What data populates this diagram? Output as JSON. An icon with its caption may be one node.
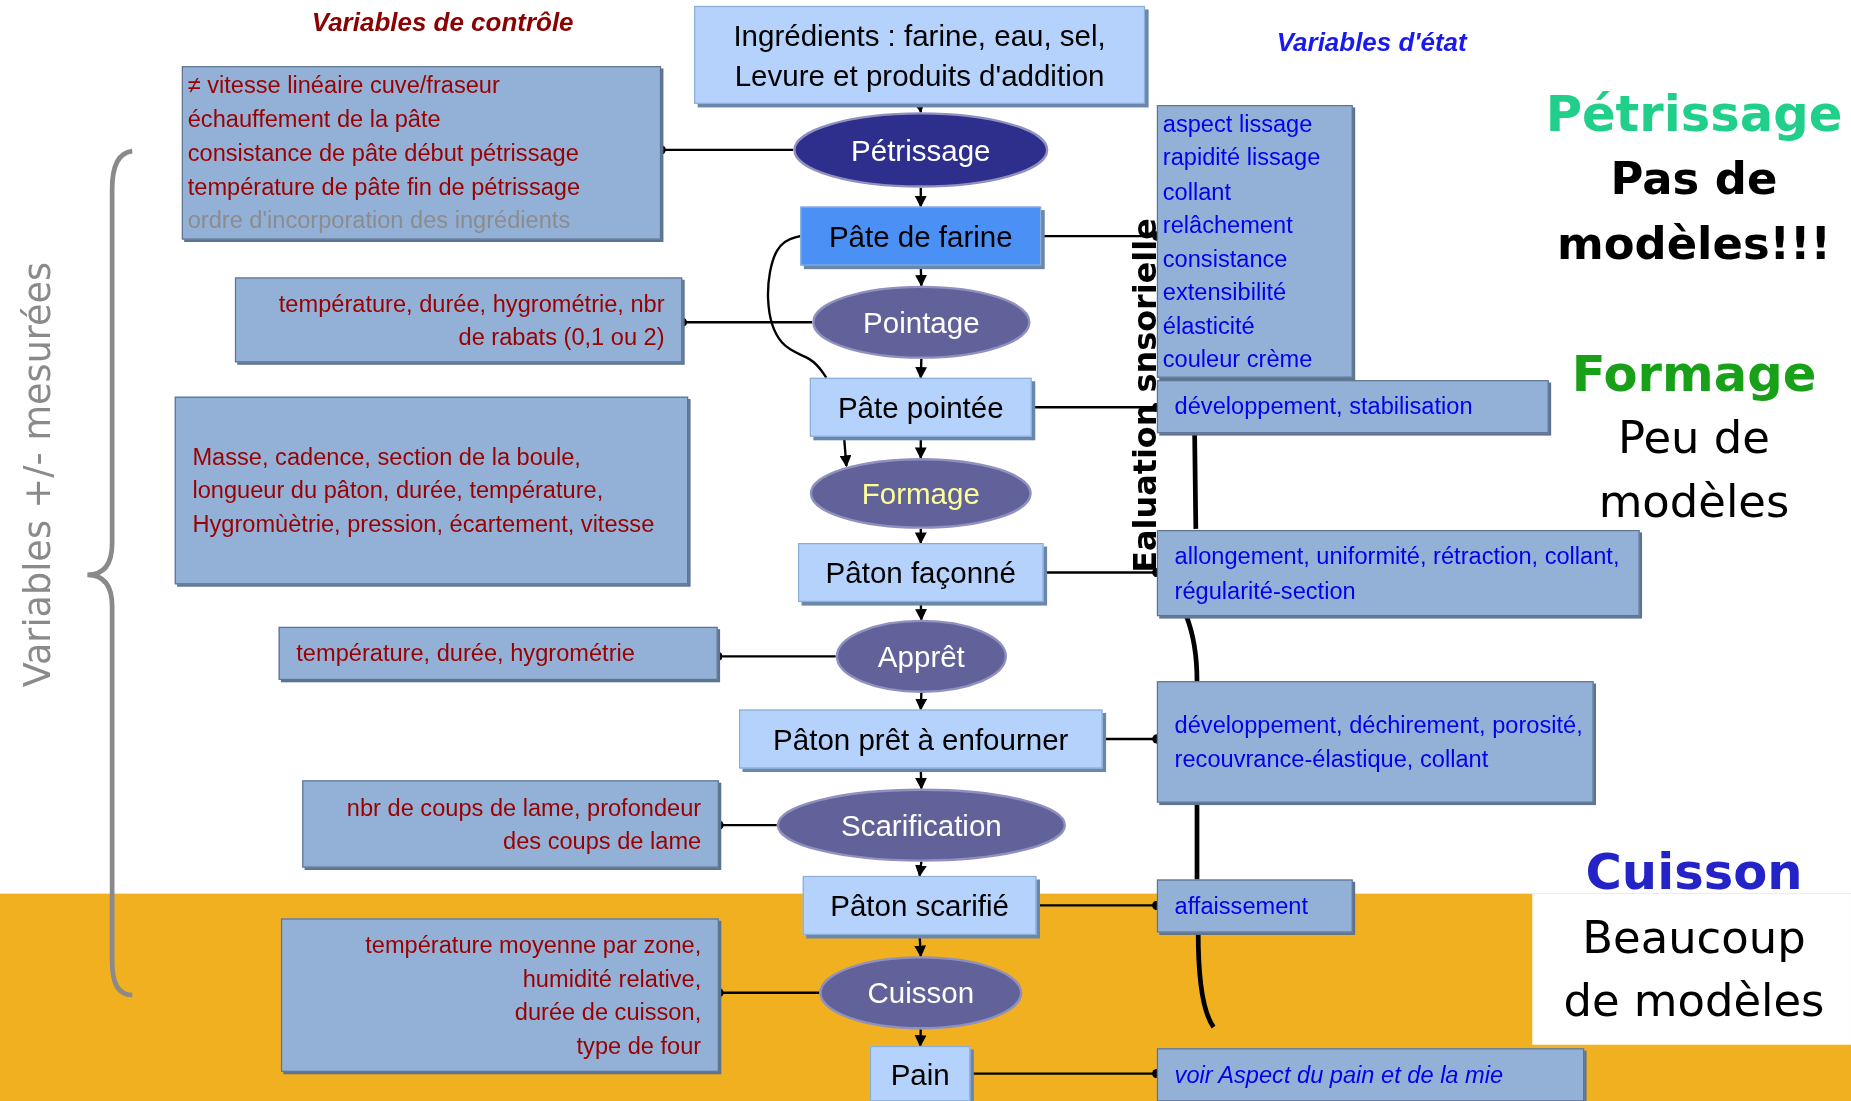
{
  "diagram": {
    "nodes": [
      {
        "text": [
          "Ingrédients : farine, eau, sel, Levure et produits d'addition"
        ]
      },
      {
        "text": [
          "Pétrissage"
        ]
      },
      {
        "text": [
          "Pâte de farine"
        ]
      },
      {
        "text": [
          "Pointage"
        ]
      },
      {
        "text": [
          "Pâte pointée"
        ]
      },
      {
        "text": [
          "Formage"
        ]
      },
      {
        "text": [
          "Pâton façonné"
        ]
      },
      {
        "text": [
          "Apprêt"
        ]
      },
      {
        "text": [
          "Pâton prêt à enfourner"
        ]
      },
      {
        "text": [
          "Scarification"
        ]
      },
      {
        "text": [
          "Pâton scarifié"
        ]
      },
      {
        "text": [
          "Cuisson"
        ]
      },
      {
        "text": [
          "Pain"
        ]
      },
      {
        "text": [
          "≠ vitesse linéaire cuve/fraseur",
          "échauffement de la pâte",
          "consistance de pâte début pétrissage",
          "température de pâte fin de pétrissage",
          "ordre d'incorporation des ingrédients"
        ]
      },
      {
        "text": [
          "température, durée, hygrométrie, nbr de rabats (0,1 ou 2)"
        ]
      },
      {
        "text": [
          "Masse, cadence, section de la boule, longueur du pâton, durée, température,",
          "Hygromùètrie, pression, écartement, vitesse"
        ]
      },
      {
        "text": [
          "température, durée, hygrométrie"
        ]
      },
      {
        "text": [
          "nbr de coups de lame, profondeur des coups de lame"
        ]
      },
      {
        "text": [
          "température moyenne par zone,",
          "humidité relative,",
          "durée de cuisson,",
          "type de four"
        ]
      },
      {
        "text": [
          "aspect lissage",
          "rapidité lissage",
          "collant",
          "relâchement",
          "consistance",
          "extensibilité",
          "élasticité",
          "couleur crème"
        ]
      },
      {
        "text": [
          "développement, stabilisation"
        ]
      },
      {
        "text": [
          "allongement, uniformité, rétraction, collant, régularité-section"
        ]
      },
      {
        "text": [
          "développement, déchirement, porosité, recouvrance-élastique, collant"
        ]
      },
      {
        "text": [
          "affaissement"
        ]
      },
      {
        "text": [
          "voir Aspect du pain et de la mie"
        ]
      }
    ],
    "edges": [
      {
        "from": 0,
        "to": 1,
        "arrow": "to"
      },
      {
        "from": 1,
        "to": 2,
        "arrow": "to"
      },
      {
        "from": 2,
        "to": 3,
        "arrow": "to"
      },
      {
        "from": 3,
        "to": 4,
        "arrow": "to"
      },
      {
        "from": 4,
        "to": 5,
        "arrow": "to"
      },
      {
        "from": 5,
        "to": 6,
        "arrow": "to"
      },
      {
        "from": 6,
        "to": 7,
        "arrow": "to"
      },
      {
        "from": 7,
        "to": 8,
        "arrow": "to"
      },
      {
        "from": 8,
        "to": 9,
        "arrow": "to"
      },
      {
        "from": 9,
        "to": 10,
        "arrow": "to"
      },
      {
        "from": 10,
        "to": 11,
        "arrow": "to"
      },
      {
        "from": 11,
        "to": 12,
        "arrow": "to"
      },
      {
        "from": 2,
        "to": 4,
        "arrow": "none"
      },
      {
        "from": 4,
        "to": 5,
        "arrow": "to"
      },
      {
        "from": 13,
        "to": 1,
        "arrow": "other"
      },
      {
        "from": 14,
        "to": 3,
        "arrow": "other"
      },
      {
        "from": 16,
        "to": 7,
        "arrow": "other"
      },
      {
        "from": 17,
        "to": 9,
        "arrow": "other"
      },
      {
        "from": 18,
        "to": 11,
        "arrow": "other"
      },
      {
        "from": 19,
        "to": 2,
        "arrow": "other"
      },
      {
        "from": 20,
        "to": 4,
        "arrow": "other"
      },
      {
        "from": 21,
        "to": 6,
        "arrow": "other"
      },
      {
        "from": 22,
        "to": 8,
        "arrow": "other"
      },
      {
        "from": 23,
        "to": 10,
        "arrow": "other"
      },
      {
        "from": 24,
        "to": 12,
        "arrow": "other"
      }
    ],
    "labels": [
      "Variables de contrôle",
      "Variables d'état",
      "Pétrissage",
      "Pas de modèles!!!",
      "Variables +/- mesurées",
      "Ealuation snsorielle",
      "Formage",
      "Peu de modèles",
      "Cuisson",
      "Beaucoup de modèles"
    ]
  }
}
